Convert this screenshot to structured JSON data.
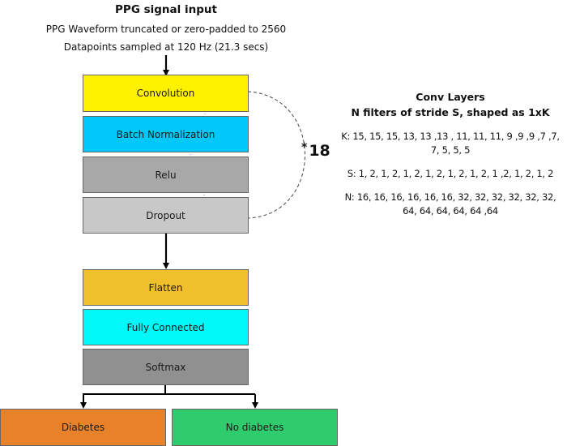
{
  "header": {
    "title": "PPG signal input",
    "line1": "PPG Waveform truncated or zero-padded to 2560",
    "line2": "Datapoints sampled at 120 Hz (21.3 secs)"
  },
  "repeat_block": {
    "layers": [
      {
        "label": "Convolution",
        "color": "#fff200"
      },
      {
        "label": "Batch Normalization",
        "color": "#00c8f8"
      },
      {
        "label": "Relu",
        "color": "#a8a8a8"
      },
      {
        "label": "Dropout",
        "color": "#c8c8c8"
      }
    ],
    "repeat_star": "*",
    "repeat_count": "18"
  },
  "head_block": {
    "layers": [
      {
        "label": "Flatten",
        "color": "#f0c02a"
      },
      {
        "label": "Fully Connected",
        "color": "#00f8f8"
      },
      {
        "label": "Softmax",
        "color": "#909090"
      }
    ]
  },
  "outputs": [
    {
      "label": "Diabetes",
      "color": "#e8822a"
    },
    {
      "label": "No diabetes",
      "color": "#2ecc6c"
    }
  ],
  "conv_info": {
    "title": "Conv Layers",
    "subtitle": "N filters of stride S, shaped as 1xK",
    "k_line1": "K: 15, 15, 15, 13, 13 ,13 , 11, 11, 11, 9 ,9 ,9 ,7 ,7,",
    "k_line2": "7, 5, 5, 5",
    "s_line": "S: 1, 2, 1, 2, 1, 2, 1, 2, 1, 2, 1, 2, 1 ,2, 1, 2, 1, 2",
    "n_line1": "N: 16, 16, 16, 16, 16, 16, 32, 32, 32, 32, 32, 32,",
    "n_line2": "64, 64, 64, 64, 64 ,64"
  }
}
